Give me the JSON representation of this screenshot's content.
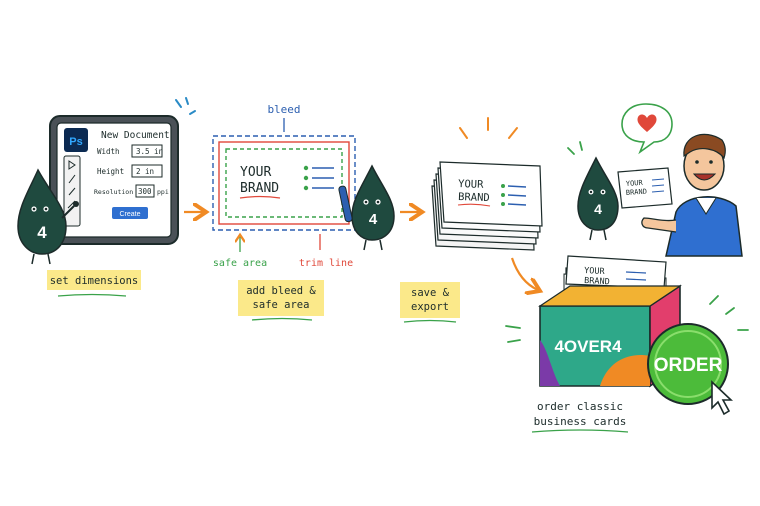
{
  "step1": {
    "app_icon": "Ps",
    "dialog_title": "New Document",
    "fields": [
      {
        "label": "Width",
        "value": "3.5 in"
      },
      {
        "label": "Height",
        "value": "2 in"
      },
      {
        "label": "Resolution",
        "value": "300",
        "unit": "ppi"
      }
    ],
    "create_label": "Create",
    "mascot_number": "4",
    "caption": "set dimensions"
  },
  "step2": {
    "bleed_label": "bleed",
    "card_text_line1": "YOUR",
    "card_text_line2": "BRAND",
    "safe_area_label": "safe area",
    "trim_line_label": "trim line",
    "mascot_number": "4",
    "caption_line1": "add bleed &",
    "caption_line2": "safe area"
  },
  "step3": {
    "card_text_line1": "YOUR",
    "card_text_line2": "BRAND",
    "caption_line1": "save &",
    "caption_line2": "export"
  },
  "step4": {
    "mascot_number": "4",
    "card_text_line1": "YOUR",
    "card_text_line2": "BRAND",
    "box_card_line1": "YOUR",
    "box_card_line2": "BRAND",
    "box_brand": "4OVER4",
    "order_button": "ORDER",
    "caption_line1": "order classic",
    "caption_line2": "business cards"
  },
  "colors": {
    "ink": "#1c2b2a",
    "mascot": "#1f4a3f",
    "arrow": "#f08a24",
    "bleed_blue": "#2c5fb0",
    "safe_green": "#3aa24a",
    "trim_red": "#e0483a",
    "note_yellow": "#fbe98a",
    "order_green": "#4cbb3a"
  }
}
